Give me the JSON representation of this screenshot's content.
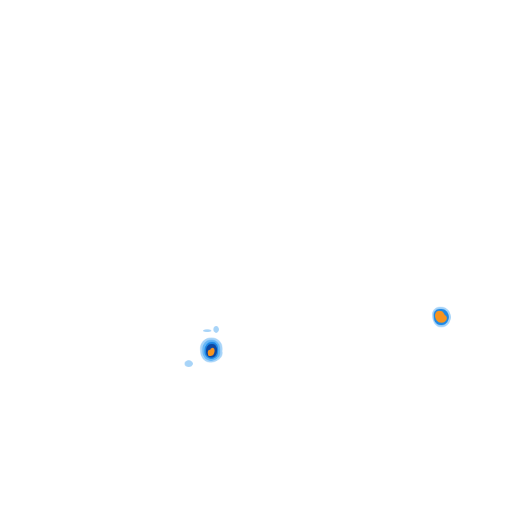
{
  "map": {
    "type": "radar-reflectivity-overlay",
    "background_color": "#ffffff",
    "palette": {
      "light": "#a8d4f8",
      "medium": "#64b5f6",
      "strong": "#1e88e5",
      "heavy": "#0d47a1",
      "intense": "#f7931e"
    },
    "cells": [
      {
        "id": "cell-west",
        "peak_level": "intense"
      },
      {
        "id": "cell-east",
        "peak_level": "intense"
      },
      {
        "id": "fragment-north",
        "peak_level": "light"
      },
      {
        "id": "fragment-southwest",
        "peak_level": "light"
      }
    ]
  }
}
